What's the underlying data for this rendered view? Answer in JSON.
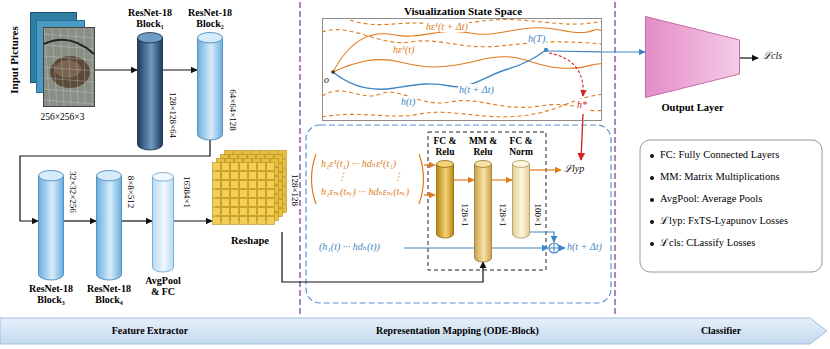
{
  "diagram": {
    "nodes": [
      {
        "text": [
          "Input Pictures",
          "256×256×3"
        ]
      },
      {
        "text": [
          "ResNet-18 Block₁",
          "128×128×64"
        ]
      },
      {
        "text": [
          "ResNet-18 Block₂",
          "64×64×128"
        ]
      },
      {
        "text": [
          "ResNet-18 Block₃",
          "32×32×256"
        ]
      },
      {
        "text": [
          "ResNet-18 Block₄",
          "8×8×512"
        ]
      },
      {
        "text": [
          "AvgPool & FC",
          "16384×1"
        ]
      },
      {
        "text": [
          "Reshape",
          "128×128"
        ]
      },
      {
        "text": [
          "Visualization State Space"
        ]
      },
      {
        "text": [
          "FC & Relu",
          "128×1"
        ]
      },
      {
        "text": [
          "MM & Relu",
          "128×1"
        ]
      },
      {
        "text": [
          "FC & Norm",
          "100×1"
        ]
      },
      {
        "text": [
          "Output Layer"
        ]
      },
      {
        "text": [
          "Feature Extractor"
        ]
      },
      {
        "text": [
          "Representation Mapping (ODE-Block)"
        ]
      },
      {
        "text": [
          "Classifier"
        ]
      }
    ],
    "edges": [
      {
        "from": 0,
        "to": 1,
        "arrow": "to"
      },
      {
        "from": 1,
        "to": 2,
        "arrow": "to"
      },
      {
        "from": 2,
        "to": 3,
        "arrow": "to"
      },
      {
        "from": 3,
        "to": 4,
        "arrow": "to"
      },
      {
        "from": 4,
        "to": 5,
        "arrow": "to"
      },
      {
        "from": 5,
        "to": 6,
        "arrow": "to"
      },
      {
        "from": 6,
        "to": 9,
        "arrow": "to"
      },
      {
        "from": 8,
        "to": 9,
        "arrow": "to"
      },
      {
        "from": 9,
        "to": 10,
        "arrow": "to"
      },
      {
        "from": 7,
        "to": 11,
        "arrow": "to"
      }
    ],
    "labels": [
      "o",
      "hε¹(t + Δt)",
      "hε¹(t)",
      "h(t + Δt)",
      "h(t)",
      "h(T)",
      "h*",
      "h₁ε¹(t₁) ··· hdₕε¹(t₁)",
      "⋮",
      "⋮",
      "h₁εₙᵣ(tₙᵣ) ··· hdₕεₙᵣ(tₙᵣ)",
      "(h₁(t) ··· hdₕ(t))",
      "h(t + Δt)",
      "ℒlyp",
      "ℒcls"
    ],
    "legend": [
      {
        "text": "FC: Fully Connected Layers"
      },
      {
        "text": "MM: Matrix Multiplications"
      },
      {
        "text": "AvgPool: Average Pools"
      },
      {
        "text": "ℒlyp: FxTS-Lyapunov Losses"
      },
      {
        "text": "ℒcls: CLassify Losses"
      }
    ]
  }
}
